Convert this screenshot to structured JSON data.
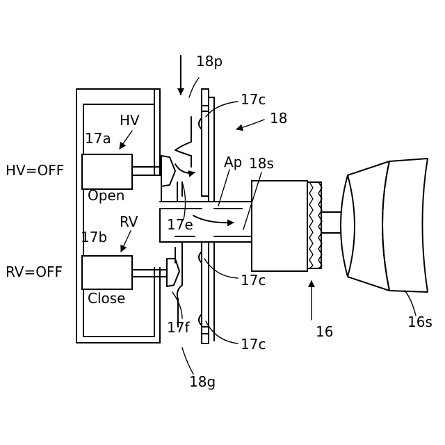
{
  "labels": {
    "l18p": "18p",
    "l17c_top": "17c",
    "l18": "18",
    "lHV": "HV",
    "l17a": "17a",
    "lHVoff": "HV=OFF",
    "lOpen": "Open",
    "lAp": "Ap",
    "l18s": "18s",
    "l17e": "17e",
    "lRV": "RV",
    "l17b": "17b",
    "lRVoff": "RV=OFF",
    "l17c_mid": "17c",
    "lClose": "Close",
    "l17f": "17f",
    "l17c_bot": "17c",
    "l16": "16",
    "l16s": "16s",
    "l18g": "18g"
  }
}
